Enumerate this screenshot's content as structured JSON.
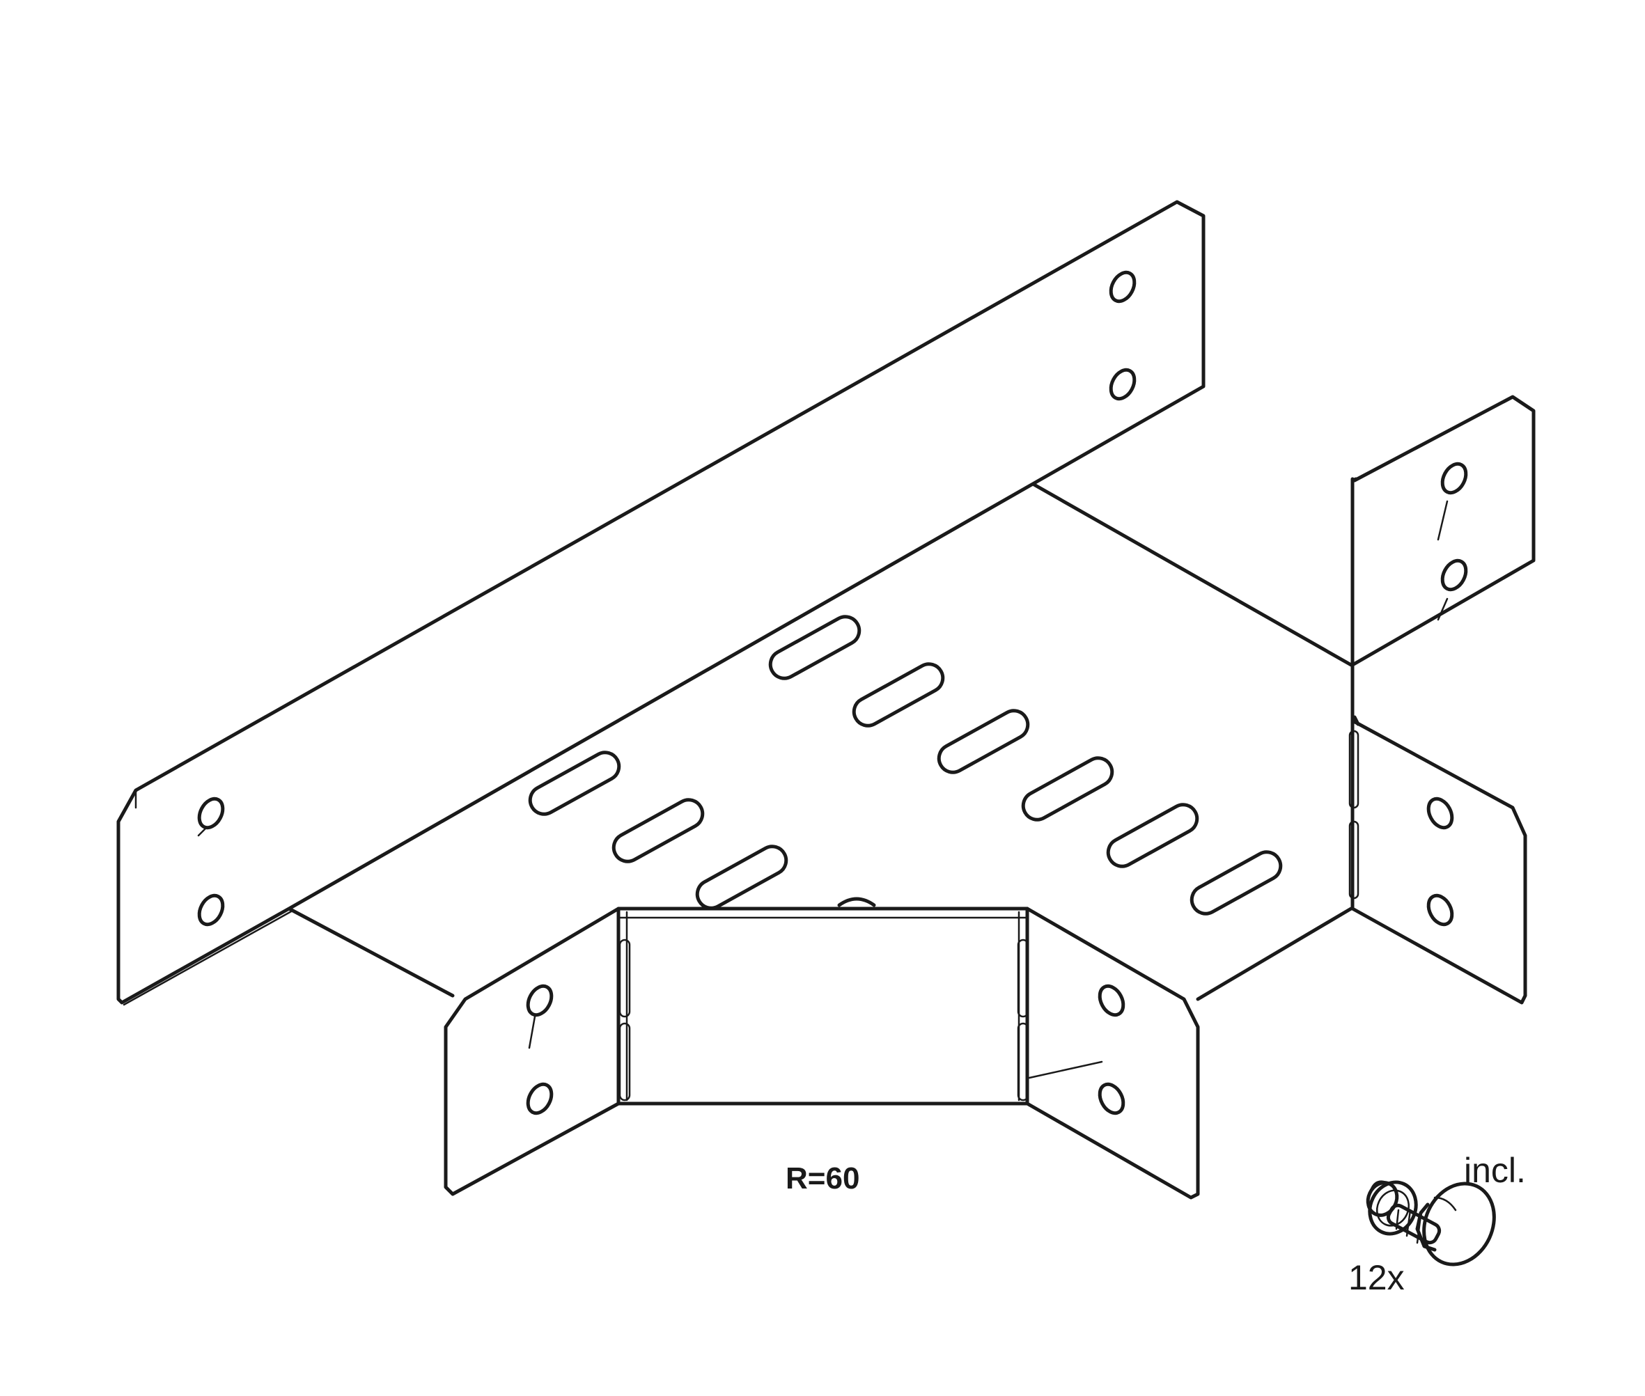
{
  "drawing": {
    "subject": "cable-tray-tee-piece",
    "radius_label": "R=60",
    "hardware": {
      "quantity_label": "12x",
      "included_label": "incl.",
      "icon": "carriage-bolt-with-flange-nut-icon"
    }
  },
  "colors": {
    "line": "#1a1a1a",
    "background": "#ffffff"
  }
}
